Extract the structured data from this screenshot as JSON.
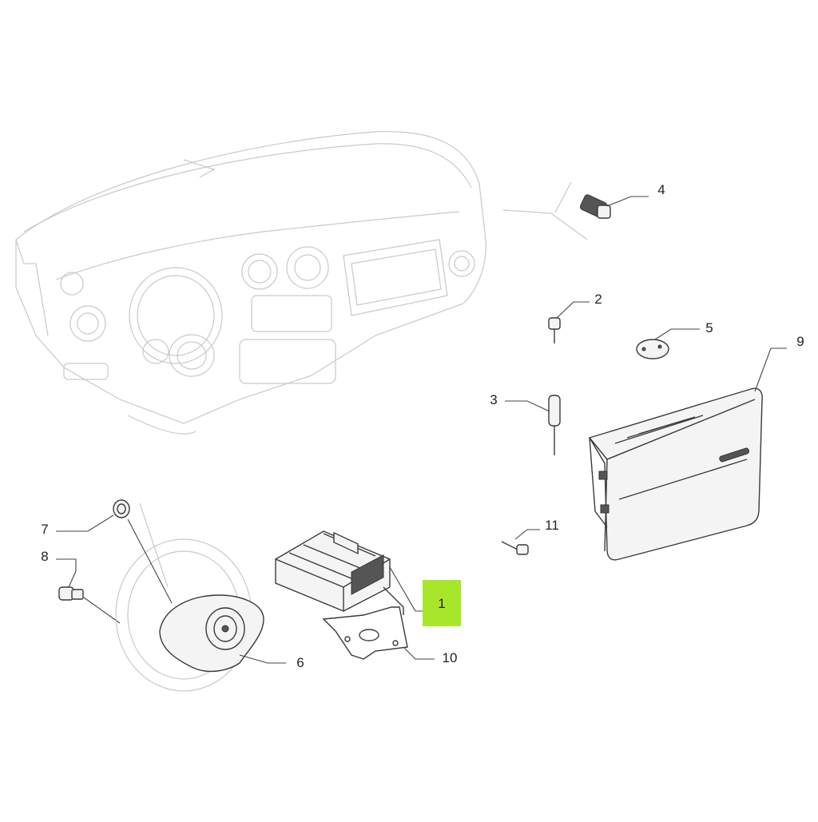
{
  "diagram": {
    "highlight_color": "#a8e62c",
    "callouts": [
      {
        "id": "1",
        "label": "1"
      },
      {
        "id": "2",
        "label": "2"
      },
      {
        "id": "3",
        "label": "3"
      },
      {
        "id": "4",
        "label": "4"
      },
      {
        "id": "5",
        "label": "5"
      },
      {
        "id": "6",
        "label": "6"
      },
      {
        "id": "7",
        "label": "7"
      },
      {
        "id": "8",
        "label": "8"
      },
      {
        "id": "9",
        "label": "9"
      },
      {
        "id": "10",
        "label": "10"
      },
      {
        "id": "11",
        "label": "11"
      }
    ]
  }
}
